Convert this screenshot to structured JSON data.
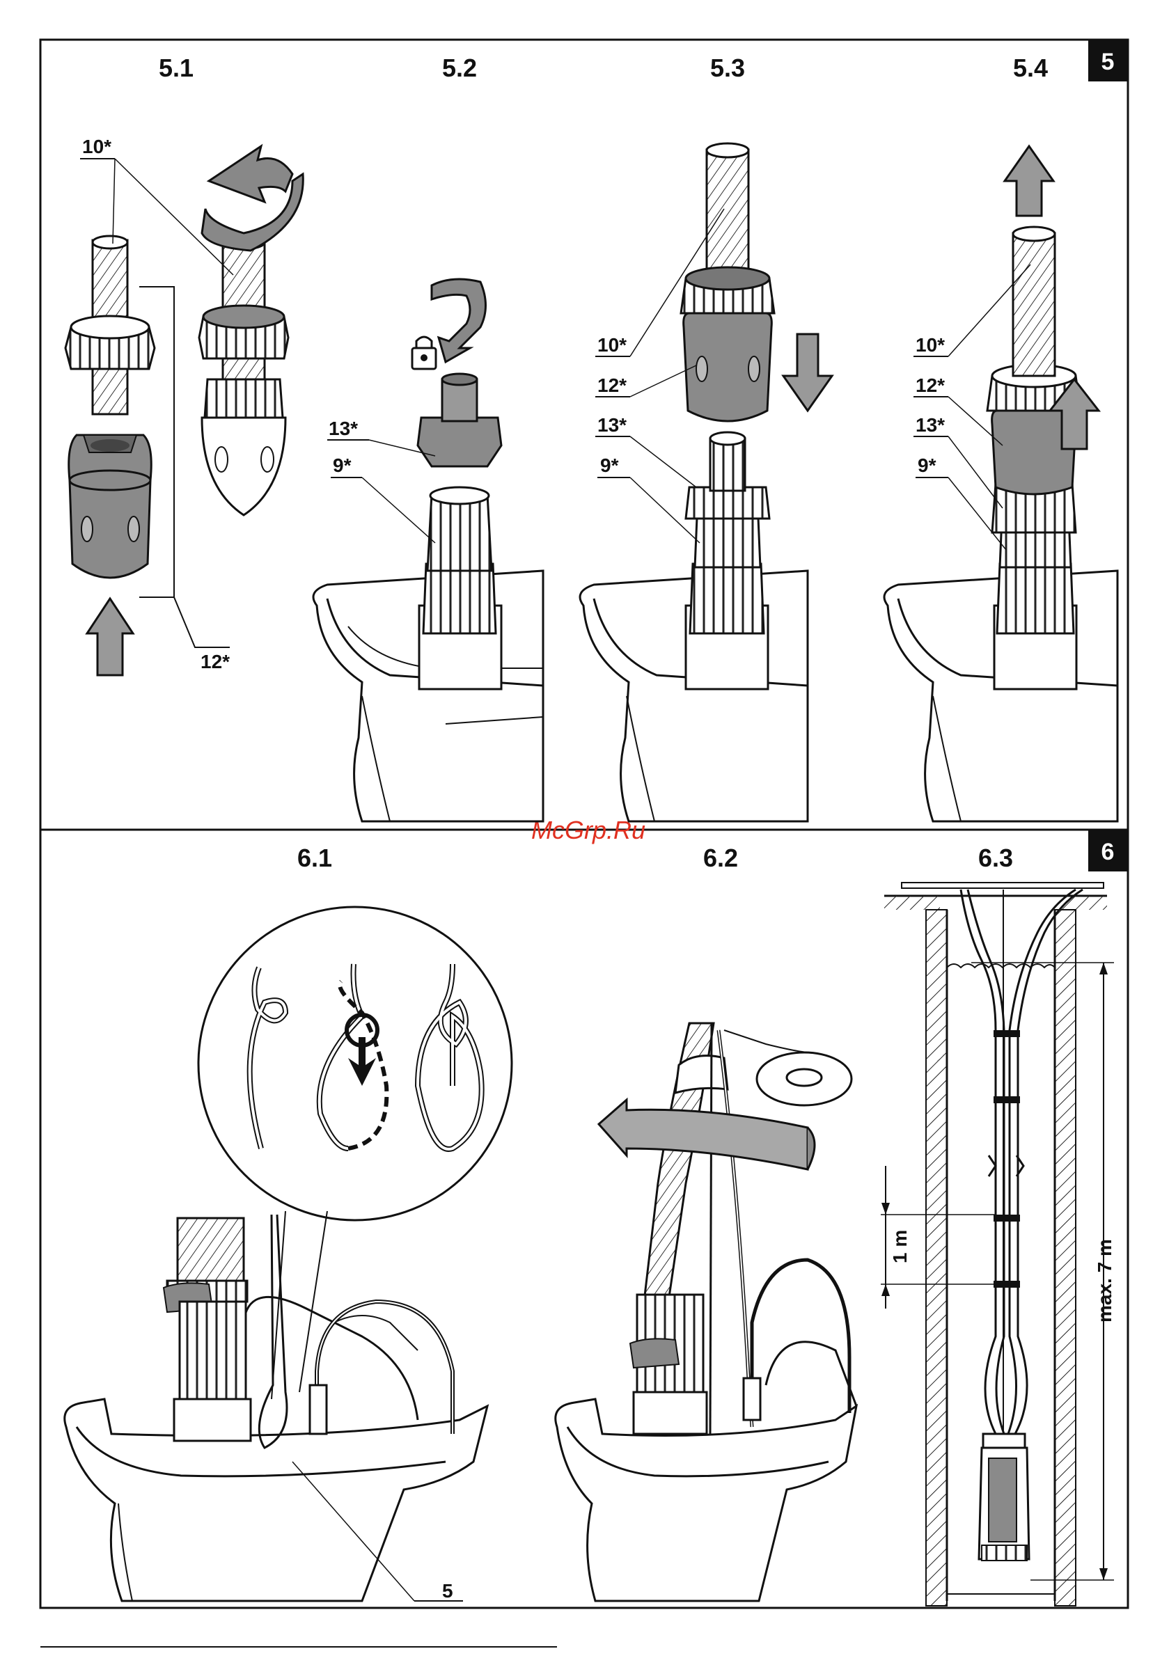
{
  "sections": [
    {
      "badge": "5",
      "steps": [
        "5.1",
        "5.2",
        "5.3",
        "5.4"
      ]
    },
    {
      "badge": "6",
      "steps": [
        "6.1",
        "6.2",
        "6.3"
      ]
    }
  ],
  "labels": {
    "p51": {
      "l10": "10*",
      "l12": "12*"
    },
    "p52": {
      "l13": "13*",
      "l9": "9*"
    },
    "p53": {
      "l10": "10*",
      "l12": "12*",
      "l13": "13*",
      "l9": "9*"
    },
    "p54": {
      "l10": "10*",
      "l12": "12*",
      "l13": "13*",
      "l9": "9*"
    },
    "p61": {
      "l5": "5"
    },
    "p63": {
      "one_m": "1 m",
      "max": "max. 7 m"
    }
  },
  "watermark": "McGrp.Ru",
  "icons": [
    "rotate-arrow-icon",
    "up-arrow-icon",
    "down-arrow-icon",
    "padlock-icon"
  ],
  "colors": {
    "line": "#111111",
    "part_gray": "#8a8a8a",
    "arrow_gray": "#a8a8a8",
    "badge": "#111111",
    "watermark": "#e03020"
  }
}
